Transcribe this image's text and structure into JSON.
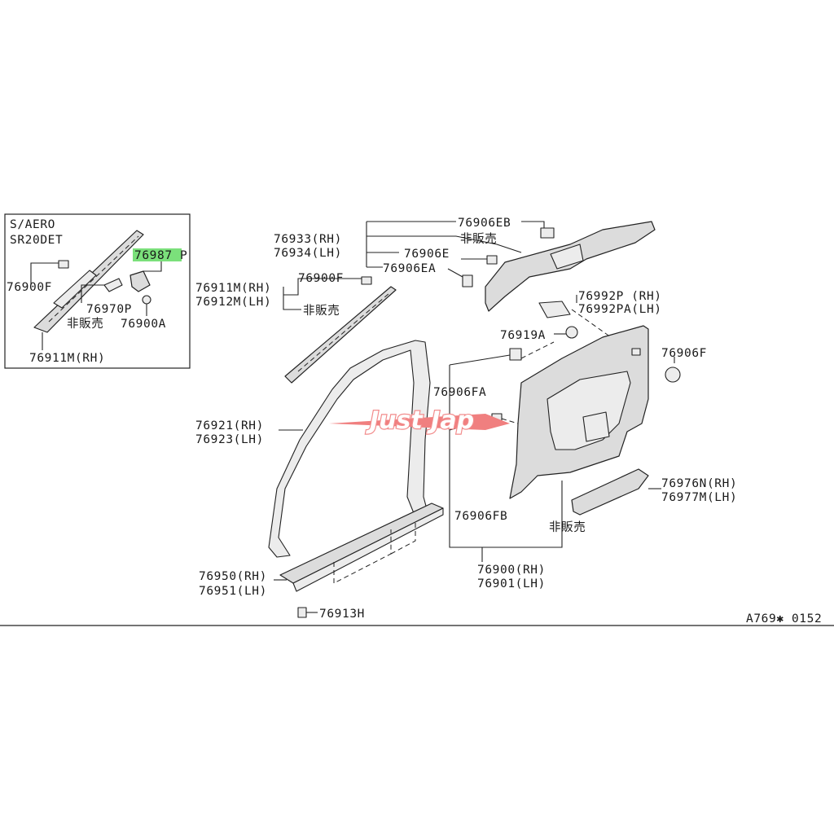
{
  "colors": {
    "highlight": "#7be07b",
    "ink": "#1a1a1a",
    "watermark": "#f07f7f"
  },
  "inset": {
    "variant": "S/AERO",
    "engine": "SR20DET",
    "part_highlight": "76987",
    "part_highlight_suffix": "P",
    "p_76900F": "76900F",
    "p_76970P": "76970P",
    "not_for_sale": "非販売",
    "p_76900A": "76900A",
    "p_76911M": "76911M(RH)"
  },
  "labels": {
    "p_76906EB": "76906EB",
    "p_76933": "76933(RH)",
    "p_76934": "76934(LH)",
    "nfs_top": "非販売",
    "p_76906E": "76906E",
    "p_76906EA": "76906EA",
    "p_76911M": "76911M(RH)",
    "p_76912M": "76912M(LH)",
    "p_76900F": "76900F",
    "nfs_mid": "非販売",
    "p_76992P": "76992P  (RH)",
    "p_76992PA": "76992PA(LH)",
    "p_76919A": "76919A",
    "p_76906F": "76906F",
    "p_76906FA": "76906FA",
    "p_76921": "76921(RH)",
    "p_76923": "76923(LH)",
    "p_76976N": "76976N(RH)",
    "p_76977M": "76977M(LH)",
    "p_76906FB": "76906FB",
    "nfs_low": "非販売",
    "p_76900": "76900(RH)",
    "p_76901": "76901(LH)",
    "p_76950": "76950(RH)",
    "p_76951": "76951(LH)",
    "p_76913H": "76913H",
    "diagram_code": "A769✱ 0152"
  },
  "watermark": {
    "text": "Just Jap"
  }
}
